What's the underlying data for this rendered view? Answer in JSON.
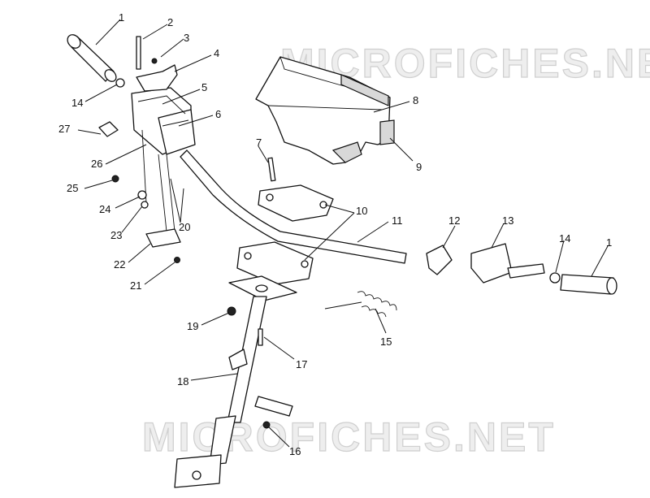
{
  "watermark": "MICROFICHES.NET",
  "callouts": [
    "1",
    "2",
    "3",
    "4",
    "5",
    "6",
    "7",
    "8",
    "9",
    "10",
    "11",
    "12",
    "13",
    "14",
    "15",
    "16",
    "17",
    "18",
    "19",
    "20",
    "21",
    "22",
    "23",
    "24",
    "25",
    "26",
    "27",
    "14",
    "1"
  ]
}
